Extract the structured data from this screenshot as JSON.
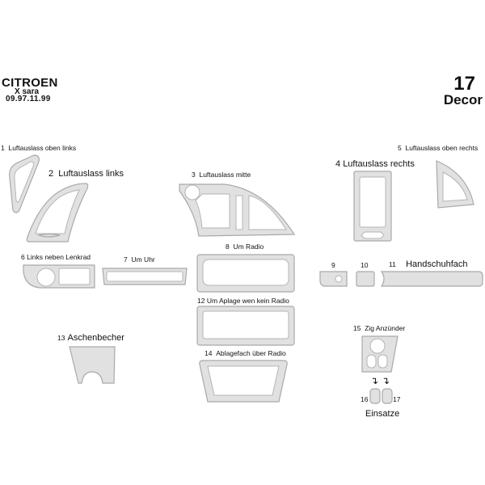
{
  "header": {
    "brand": "CITROEN",
    "model": "X sara",
    "date_range": "09.97.11.99",
    "kit_number": "17",
    "kit_name": "Decor"
  },
  "parts": [
    {
      "number": "1",
      "label": "Luftauslass oben links"
    },
    {
      "number": "2",
      "label": "Luftauslass links"
    },
    {
      "number": "3",
      "label": "Luftauslass mitte"
    },
    {
      "number": "4",
      "label": "Luftauslass rechts"
    },
    {
      "number": "5",
      "label": "Luftauslass oben rechts"
    },
    {
      "number": "6",
      "label": "Links neben Lenkrad"
    },
    {
      "number": "7",
      "label": "Um Uhr"
    },
    {
      "number": "8",
      "label": "Um Radio"
    },
    {
      "number": "9",
      "label": ""
    },
    {
      "number": "10",
      "label": ""
    },
    {
      "number": "11",
      "label": "Handschuhfach"
    },
    {
      "number": "12",
      "label": "Um Aplage wen kein Radio"
    },
    {
      "number": "13",
      "label": "Aschenbecher"
    },
    {
      "number": "14",
      "label": "Ablagefach über Radio"
    },
    {
      "number": "15",
      "label": "Zig Anzünder"
    },
    {
      "number": "16",
      "label": ""
    },
    {
      "number": "17",
      "label": ""
    }
  ],
  "inserts_label": "Einsatze",
  "colors": {
    "part_fill": "#e1e1e1",
    "part_edge": "#a9a9a9",
    "text": "#111111",
    "background": "#ffffff"
  }
}
